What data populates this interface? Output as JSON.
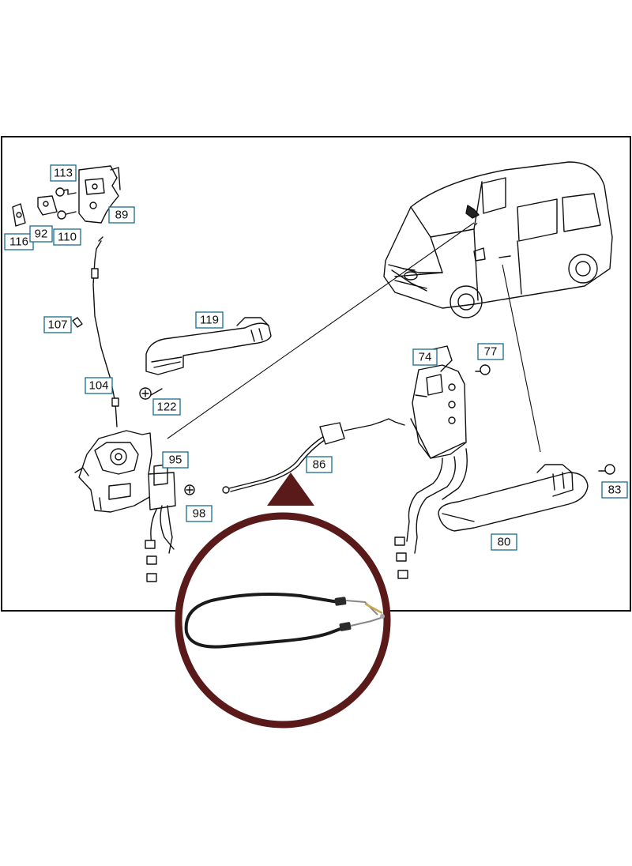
{
  "diagram": {
    "callouts": [
      "113",
      "89",
      "116",
      "92",
      "110",
      "107",
      "119",
      "104",
      "122",
      "95",
      "98",
      "86",
      "74",
      "77",
      "83",
      "80"
    ]
  },
  "colors": {
    "frame": "#111111",
    "callout_border": "#1a6a8a",
    "highlight_ring": "#5a1a1a"
  }
}
